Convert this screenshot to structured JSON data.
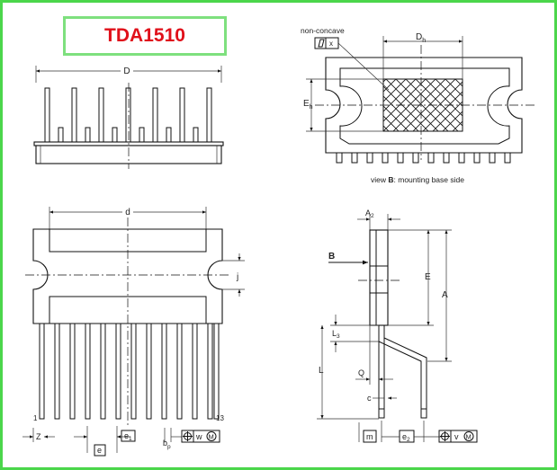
{
  "title": "TDA1510",
  "views": {
    "top_left": {
      "dim_D": "D"
    },
    "top_right": {
      "non_concave": "non-concave",
      "flatness_x": "x",
      "dim_Dh": "D",
      "dim_Dh_sub": "h",
      "dim_Eh": "E",
      "dim_Eh_sub": "h",
      "caption_prefix": "view ",
      "caption_bold": "B",
      "caption_suffix": ": mounting base side"
    },
    "bottom_left": {
      "dim_d": "d",
      "dim_j": "j",
      "pin_first": "1",
      "pin_last": "13",
      "dim_Z": "Z",
      "dim_e": "e",
      "dim_e1": "e",
      "dim_e1_sub": "1",
      "dim_bp": "b",
      "dim_bp_sub": "p",
      "tol_w": "w",
      "tol_M": "M"
    },
    "bottom_right": {
      "dim_A2": "A",
      "dim_A2_sub": "2",
      "label_B": "B",
      "dim_E": "E",
      "dim_A": "A",
      "dim_L3": "L",
      "dim_L3_sub": "3",
      "dim_L": "L",
      "dim_Q": "Q",
      "dim_c": "c",
      "dim_m": "m",
      "dim_e2": "e",
      "dim_e2_sub": "2",
      "tol_v": "v",
      "tol_M": "M"
    }
  }
}
